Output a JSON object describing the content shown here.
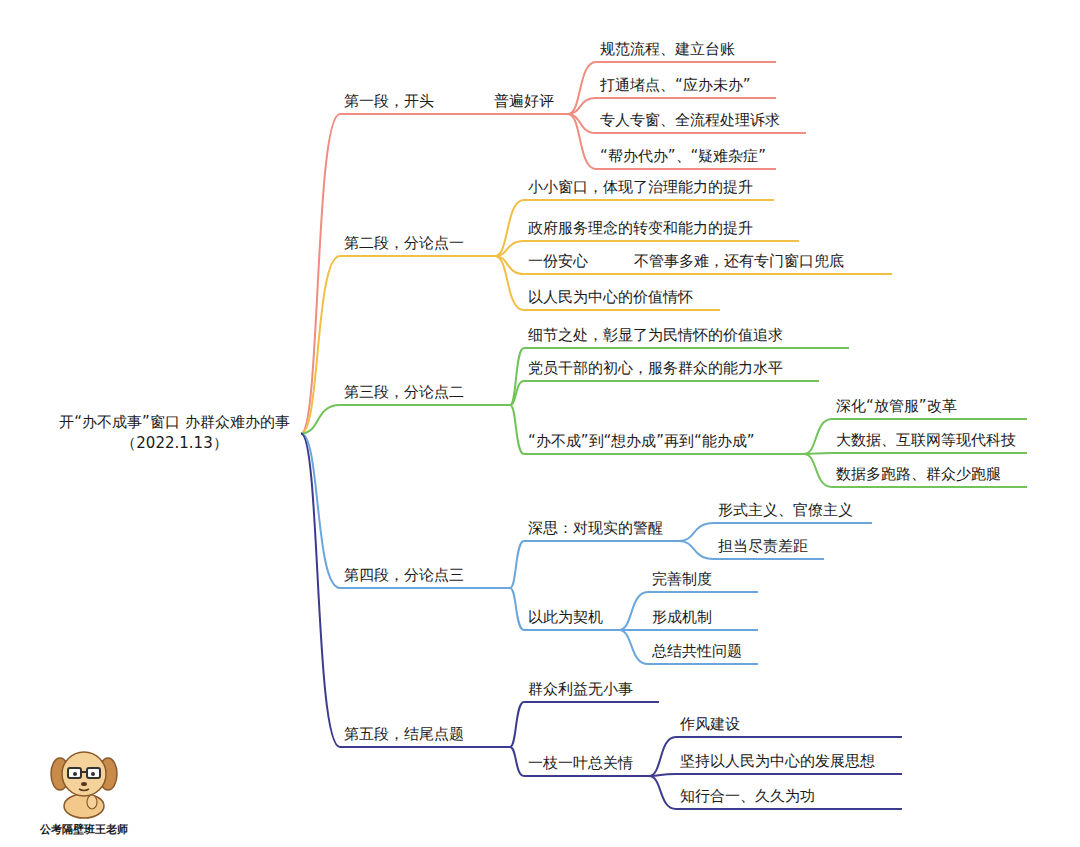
{
  "diagram": {
    "nodes": [
      {
        "text": [
          "开“办不成事”窗口 办群众难办的事（2022.1.13）"
        ]
      },
      {
        "text": [
          "第一段，开头"
        ]
      },
      {
        "text": [
          "普遍好评"
        ]
      },
      {
        "text": [
          "规范流程、建立台账"
        ]
      },
      {
        "text": [
          "打通堵点、“应办未办”"
        ]
      },
      {
        "text": [
          "专人专窗、全流程处理诉求"
        ]
      },
      {
        "text": [
          "“帮办代办”、“疑难杂症”"
        ]
      },
      {
        "text": [
          "第二段，分论点一"
        ]
      },
      {
        "text": [
          "小小窗口，体现了治理能力的提升"
        ]
      },
      {
        "text": [
          "政府服务理念的转变和能力的提升"
        ]
      },
      {
        "text": [
          "一份安心"
        ]
      },
      {
        "text": [
          "不管事多难，还有专门窗口兜底"
        ]
      },
      {
        "text": [
          "以人民为中心的价值情怀"
        ]
      },
      {
        "text": [
          "第三段，分论点二"
        ]
      },
      {
        "text": [
          "细节之处，彰显了为民情怀的价值追求"
        ]
      },
      {
        "text": [
          "党员干部的初心，服务群众的能力水平"
        ]
      },
      {
        "text": [
          "“办不成”到“想办成”再到“能办成”"
        ]
      },
      {
        "text": [
          "深化“放管服”改革"
        ]
      },
      {
        "text": [
          "大数据、互联网等现代科技"
        ]
      },
      {
        "text": [
          "数据多跑路、群众少跑腿"
        ]
      },
      {
        "text": [
          "第四段，分论点三"
        ]
      },
      {
        "text": [
          "深思：对现实的警醒"
        ]
      },
      {
        "text": [
          "形式主义、官僚主义"
        ]
      },
      {
        "text": [
          "担当尽责差距"
        ]
      },
      {
        "text": [
          "以此为契机"
        ]
      },
      {
        "text": [
          "完善制度"
        ]
      },
      {
        "text": [
          "形成机制"
        ]
      },
      {
        "text": [
          "总结共性问题"
        ]
      },
      {
        "text": [
          "第五段，结尾点题"
        ]
      },
      {
        "text": [
          "群众利益无小事"
        ]
      },
      {
        "text": [
          "一枝一叶总关情"
        ]
      },
      {
        "text": [
          "作风建设"
        ]
      },
      {
        "text": [
          "坚持以人民为中心的发展思想"
        ]
      },
      {
        "text": [
          "知行合一、久久为功"
        ]
      }
    ],
    "edges": [
      {
        "from": 0,
        "to": 1,
        "arrow": "none"
      },
      {
        "from": 1,
        "to": 2,
        "arrow": "none"
      },
      {
        "from": 2,
        "to": 3,
        "arrow": "none"
      },
      {
        "from": 2,
        "to": 4,
        "arrow": "none"
      },
      {
        "from": 2,
        "to": 5,
        "arrow": "none"
      },
      {
        "from": 2,
        "to": 6,
        "arrow": "none"
      },
      {
        "from": 0,
        "to": 7,
        "arrow": "none"
      },
      {
        "from": 7,
        "to": 8,
        "arrow": "none"
      },
      {
        "from": 7,
        "to": 9,
        "arrow": "none"
      },
      {
        "from": 7,
        "to": 10,
        "arrow": "none"
      },
      {
        "from": 10,
        "to": 11,
        "arrow": "none"
      },
      {
        "from": 7,
        "to": 12,
        "arrow": "none"
      },
      {
        "from": 0,
        "to": 13,
        "arrow": "none"
      },
      {
        "from": 13,
        "to": 14,
        "arrow": "none"
      },
      {
        "from": 13,
        "to": 15,
        "arrow": "none"
      },
      {
        "from": 13,
        "to": 16,
        "arrow": "none"
      },
      {
        "from": 16,
        "to": 17,
        "arrow": "none"
      },
      {
        "from": 16,
        "to": 18,
        "arrow": "none"
      },
      {
        "from": 16,
        "to": 19,
        "arrow": "none"
      },
      {
        "from": 0,
        "to": 20,
        "arrow": "none"
      },
      {
        "from": 20,
        "to": 21,
        "arrow": "none"
      },
      {
        "from": 21,
        "to": 22,
        "arrow": "none"
      },
      {
        "from": 21,
        "to": 23,
        "arrow": "none"
      },
      {
        "from": 20,
        "to": 24,
        "arrow": "none"
      },
      {
        "from": 24,
        "to": 25,
        "arrow": "none"
      },
      {
        "from": 24,
        "to": 26,
        "arrow": "none"
      },
      {
        "from": 24,
        "to": 27,
        "arrow": "none"
      },
      {
        "from": 0,
        "to": 28,
        "arrow": "none"
      },
      {
        "from": 28,
        "to": 29,
        "arrow": "none"
      },
      {
        "from": 28,
        "to": 30,
        "arrow": "none"
      },
      {
        "from": 30,
        "to": 31,
        "arrow": "none"
      },
      {
        "from": 30,
        "to": 32,
        "arrow": "none"
      },
      {
        "from": 30,
        "to": 33,
        "arrow": "none"
      }
    ],
    "labels": [
      "公考隔壁班王老师"
    ]
  }
}
